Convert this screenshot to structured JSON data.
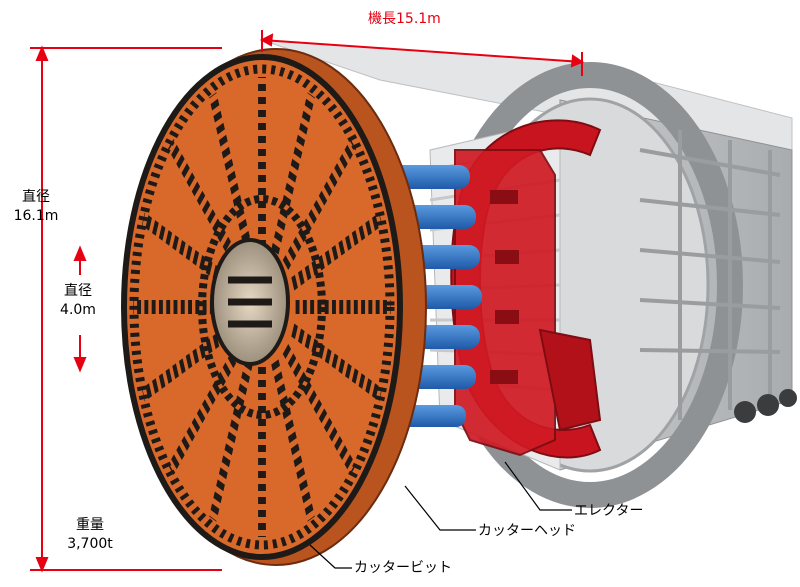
{
  "dimensions": {
    "length": {
      "label": "機長15.1m"
    },
    "outer_diameter": {
      "label": "直径",
      "value": "16.1m"
    },
    "inner_diameter": {
      "label": "直径",
      "value": "4.0m"
    },
    "weight": {
      "label": "重量",
      "value": "3,700t"
    }
  },
  "parts": {
    "cutter_head": "カッターヘッド",
    "erector": "エレクター",
    "cutter_bit": "カッタービット"
  },
  "colors": {
    "cutter_orange": "#d8692a",
    "cutter_dark": "#1e1a17",
    "jack_blue": "#2e6fc0",
    "erector_red": "#c8141e",
    "shield_gray": "#b9bcbf",
    "dimension_red": "#e60012"
  }
}
